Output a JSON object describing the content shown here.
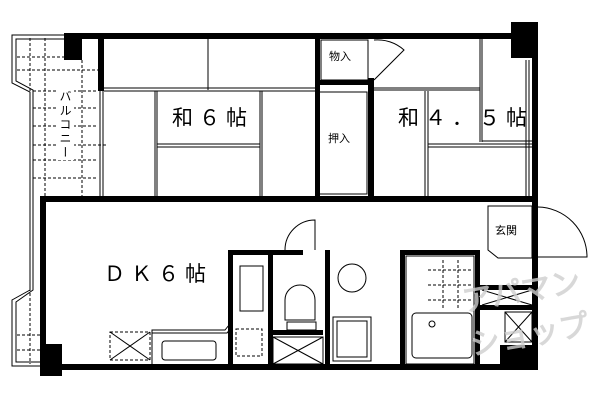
{
  "floorplan": {
    "rooms": {
      "washitsu_6": "和６帖",
      "washitsu_4_5": "和４．５帖",
      "dk_6": "ＤＫ６帖",
      "monoire": "物入",
      "oshiire": "押入",
      "genkan": "玄関",
      "balcony": "バルコニー"
    },
    "watermark": "アパマンショップ",
    "colors": {
      "wall": "#000000",
      "background": "#ffffff",
      "watermark": "#cfcfcf"
    }
  }
}
